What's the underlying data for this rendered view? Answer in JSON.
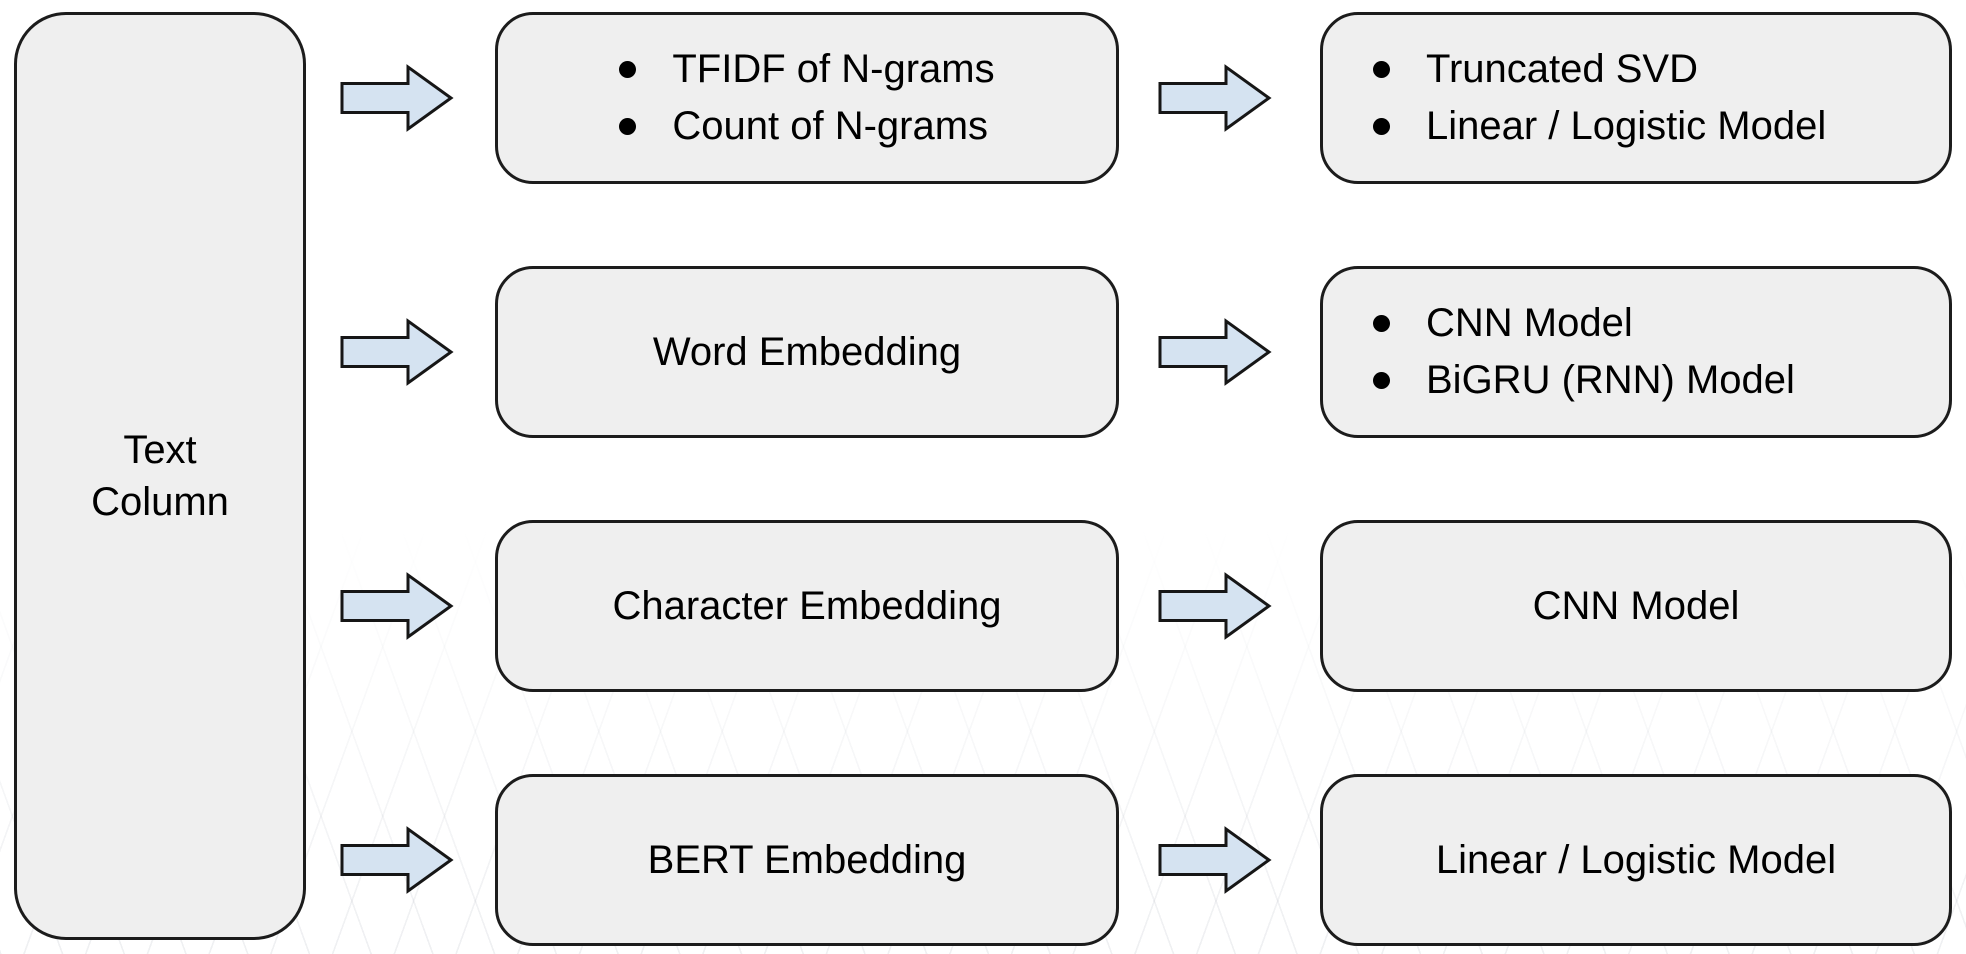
{
  "source": {
    "label": "Text\nColumn"
  },
  "rows": [
    {
      "feature": {
        "items": [
          "TFIDF of N-grams",
          "Count of N-grams"
        ],
        "align": "center"
      },
      "model": {
        "items": [
          "Truncated SVD",
          "Linear / Logistic Model"
        ],
        "align": "left"
      }
    },
    {
      "feature": {
        "text": "Word Embedding"
      },
      "model": {
        "items": [
          "CNN Model",
          "BiGRU (RNN) Model"
        ],
        "align": "left"
      }
    },
    {
      "feature": {
        "text": "Character Embedding"
      },
      "model": {
        "text": "CNN Model"
      }
    },
    {
      "feature": {
        "text": "BERT Embedding"
      },
      "model": {
        "text": "Linear / Logistic Model"
      }
    }
  ],
  "icons": {
    "flow_arrow": "block-right-arrow",
    "bullet": "filled-circle"
  },
  "colors": {
    "box_fill": "#efefef",
    "box_border": "#1c1c1c",
    "arrow_fill": "#d5e3f1",
    "arrow_outline": "#161616",
    "background": "#ffffff",
    "text": "#000000"
  }
}
